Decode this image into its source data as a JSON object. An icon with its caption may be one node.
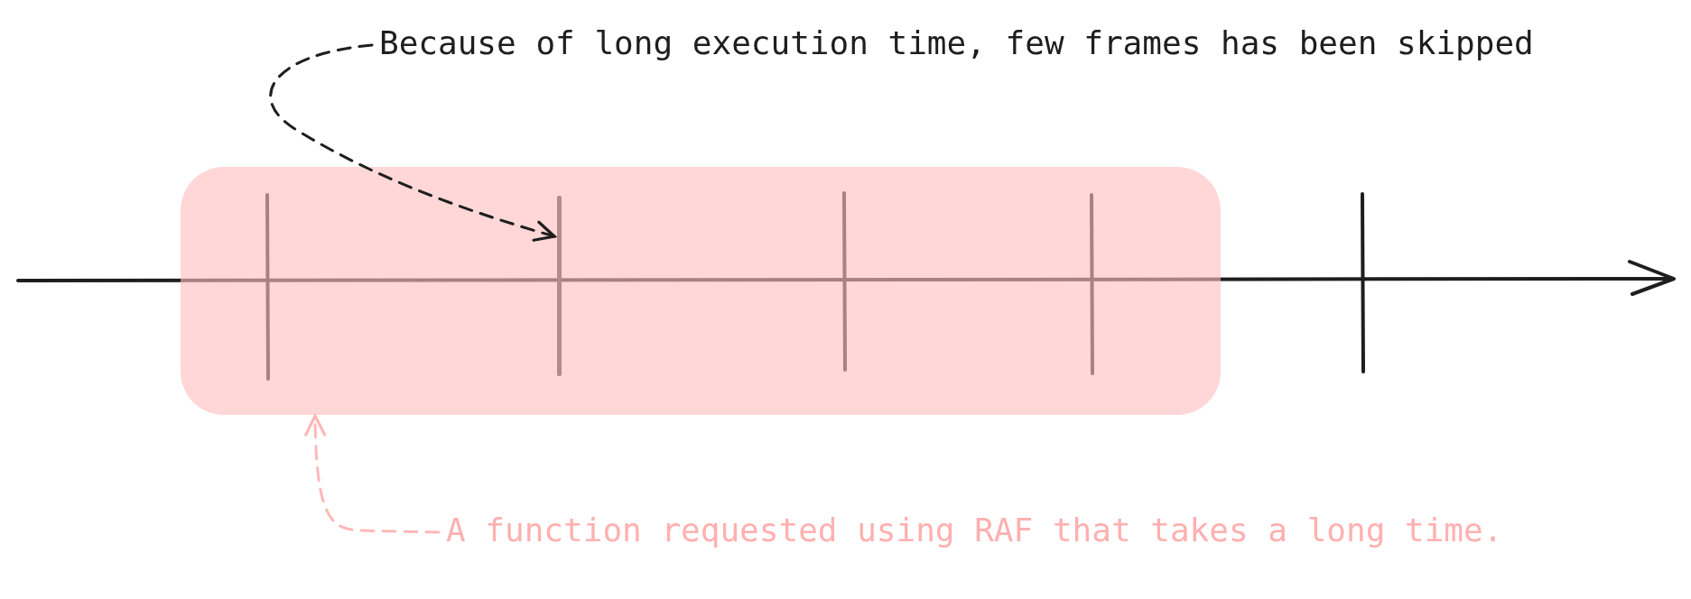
{
  "diagram": {
    "nodes": [
      {
        "text": [
          "Because of long execution time, few frames has been skipped"
        ]
      },
      {
        "text": [],
        "shape": "box"
      },
      {
        "text": [],
        "shape": "bar",
        "in": 1
      },
      {
        "text": [
          "A function requested using RAF that takes a long time."
        ]
      }
    ],
    "edges": [
      {
        "from": 0,
        "to": 2,
        "arrow": "to",
        "style": "dashed"
      },
      {
        "from": 3,
        "to": 1,
        "arrow": "to",
        "style": "dashed",
        "color": "#ffb8b8"
      }
    ]
  }
}
